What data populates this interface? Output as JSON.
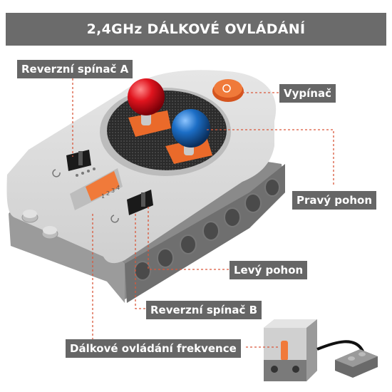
{
  "title": "2,4GHz DÁLKOVÉ OVLÁDÁNÍ",
  "labels": {
    "reverse_a": "Reverzní spínač A",
    "power": "Vypínač",
    "right_drive": "Pravý pohon",
    "left_drive": "Levý pohon",
    "reverse_b": "Reverzní spínač B",
    "frequency": "Dálkové ovládání frekvence"
  },
  "device_marks": {
    "freq_numbers": [
      "1",
      "2",
      "3",
      "4"
    ]
  },
  "colors": {
    "banner": "#6b6b6b",
    "label_bg": "#666666",
    "leader_line": "#d9573b",
    "body_light": "#d6d6d6",
    "body_dark": "#8a8a8a",
    "knob_red": "#e0141e",
    "knob_blue": "#1c6ec6",
    "accent_orange": "#f07a3a"
  }
}
